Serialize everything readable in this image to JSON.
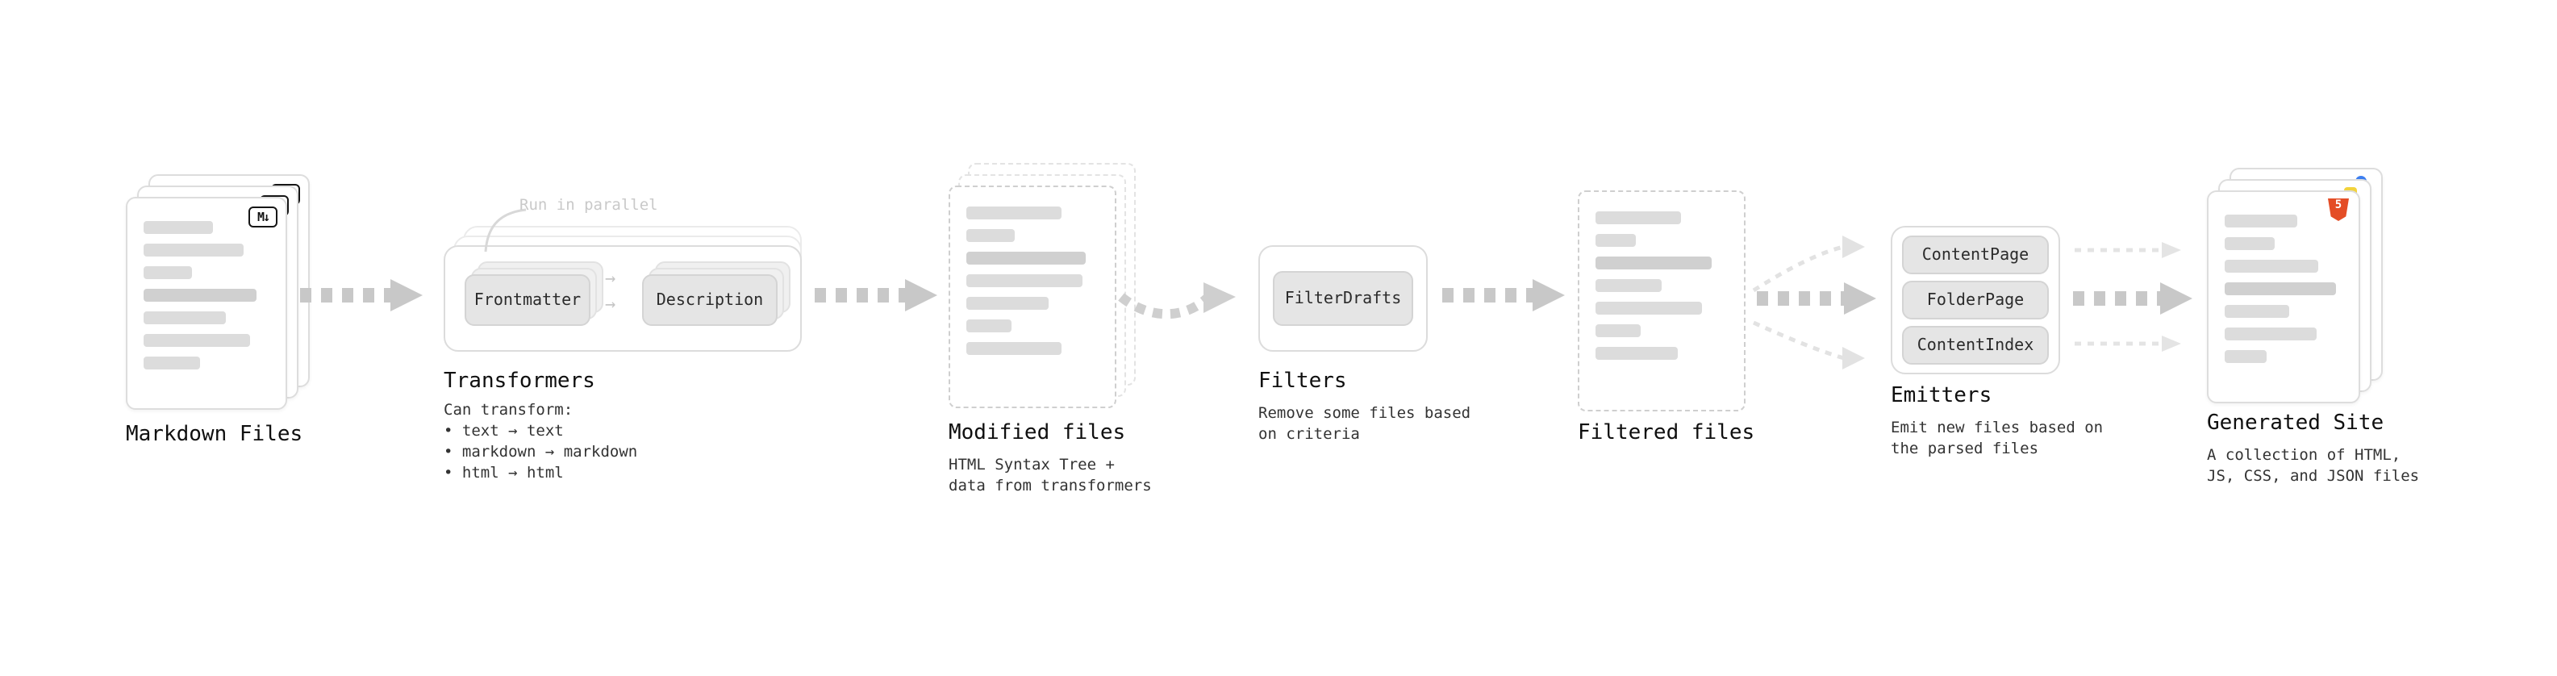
{
  "diagram": {
    "stages": {
      "markdown_files": {
        "title": "Markdown Files"
      },
      "transformers": {
        "title": "Transformers",
        "annotation": "Run in parallel",
        "nodes": {
          "frontmatter": "Frontmatter",
          "description": "Description"
        },
        "details": "Can transform:\n• text → text\n• markdown → markdown\n• html → html"
      },
      "modified_files": {
        "title": "Modified files",
        "subtitle": "HTML Syntax Tree +\ndata from transformers"
      },
      "filters": {
        "title": "Filters",
        "node": "FilterDrafts",
        "subtitle": "Remove some files based\non criteria"
      },
      "filtered_files": {
        "title": "Filtered files"
      },
      "emitters": {
        "title": "Emitters",
        "nodes": {
          "content_page": "ContentPage",
          "folder_page": "FolderPage",
          "content_index": "ContentIndex"
        },
        "subtitle": "Emit new files based on\nthe parsed files"
      },
      "generated_site": {
        "title": "Generated Site",
        "subtitle": "A collection of HTML,\nJS, CSS, and JSON files"
      }
    },
    "icons": {
      "markdown_badge": "M↓",
      "html5_badge": "5",
      "flow_arrow": "→"
    },
    "colors": {
      "arrow": "#c8c8c8",
      "arrow_light": "#e2e2e2",
      "node_bg": "#e5e5e5",
      "border": "#dcdcdc",
      "placeholder_bar": "#dcdcdc",
      "html5_orange": "#e44d26",
      "js_yellow": "#f2d33c",
      "css_blue": "#3d7ff0",
      "annotation_gray": "#c9c9c9"
    }
  }
}
